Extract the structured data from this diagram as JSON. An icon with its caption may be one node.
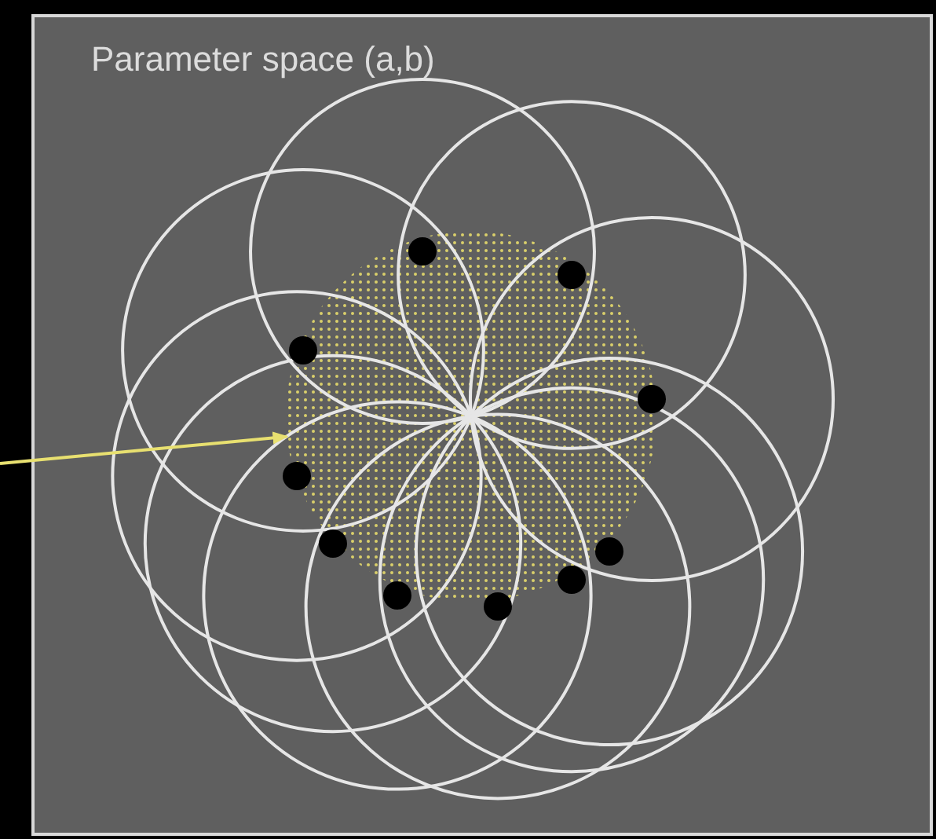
{
  "diagram": {
    "nodes": [
      {
        "text": [
          "Parameter space (a,b)"
        ]
      },
      {
        "text": [],
        "shape": "circle",
        "in": 0
      }
    ],
    "edges": [
      {
        "from": null,
        "to": 1,
        "arrow": "to",
        "color": "#e8e070"
      }
    ]
  }
}
